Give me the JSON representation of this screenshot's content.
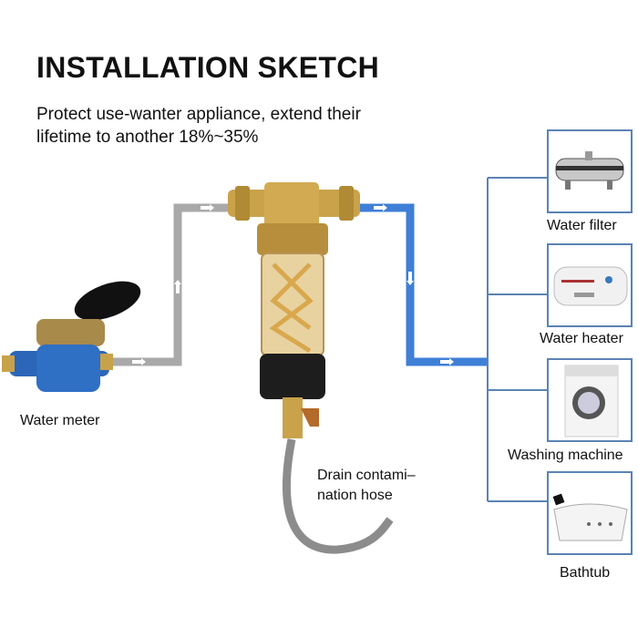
{
  "title": "INSTALLATION SKETCH",
  "subtitle_line1": "Protect use-wanter appliance,  extend their",
  "subtitle_line2": "lifetime to another 18%~35%",
  "labels": {
    "water_meter": "Water meter",
    "drain_line1": "Drain contami–",
    "drain_line2": "nation hose"
  },
  "appliances": [
    {
      "label": "Water filter",
      "icon": "water-filter-icon"
    },
    {
      "label": "Water heater",
      "icon": "water-heater-icon"
    },
    {
      "label": "Washing machine",
      "icon": "washing-machine-icon"
    },
    {
      "label": "Bathtub",
      "icon": "bathtub-icon"
    }
  ],
  "colors": {
    "inlet_pipe": "#a9a9a9",
    "outlet_pipe": "#3f7fd6",
    "branch_line": "#5b83b4",
    "brass": "#c9a24a"
  }
}
